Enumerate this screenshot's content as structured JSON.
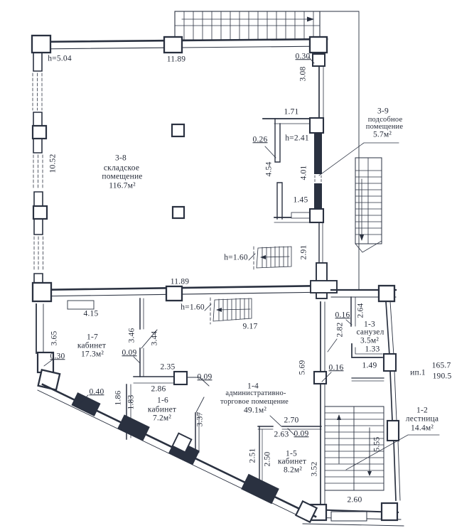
{
  "rooms": {
    "r38": {
      "id": "3-8",
      "line1": "складское",
      "line2": "помещение",
      "area": "116.7м²"
    },
    "r39": {
      "id": "3-9",
      "line1": "подсобное",
      "line2": "помещение",
      "area": "5.7м²"
    },
    "r17": {
      "id": "1-7",
      "line1": "кабинет",
      "area": "17.3м²"
    },
    "r16": {
      "id": "1-6",
      "line1": "кабинет",
      "area": "7.2м²"
    },
    "r14": {
      "id": "1-4",
      "line1": "административно-",
      "line2": "торговое помещение",
      "area": "49.1м²"
    },
    "r15": {
      "id": "1-5",
      "line1": "кабинет",
      "area": "8.2м²"
    },
    "r13": {
      "id": "1-3",
      "line1": "санузел",
      "area": "3.5м²"
    },
    "r12": {
      "id": "1-2",
      "line1": "лестница",
      "area": "14.4м²"
    }
  },
  "dims": {
    "h504": "h=5.04",
    "t1189": "11.89",
    "m1189": "11.89",
    "t030": "0.30",
    "l030": "0.30",
    "d308": "3.08",
    "d1052": "10.52",
    "d171": "1.71",
    "d026": "0.26",
    "h241": "h=2.41",
    "d454": "4.54",
    "d401": "4.01",
    "d145": "1.45",
    "d291": "2.91",
    "h160a": "h=1.60",
    "h160b": "h=1.60",
    "d917": "9.17",
    "d415": "4.15",
    "d365": "3.65",
    "d346": "3.46",
    "d344": "3.44",
    "d009a": "0.09",
    "d009b": "0.09",
    "d009c": "0.09",
    "d235": "2.35",
    "d286": "2.86",
    "d040": "0.40",
    "d186": "1.86",
    "d183": "1.83",
    "d337": "3.37",
    "d270": "2.70",
    "d263": "2.63",
    "d251": "2.51",
    "d250": "2.50",
    "d352": "3.52",
    "d569": "5.69",
    "d016a": "0.16",
    "d016b": "0.16",
    "d149": "1.49",
    "d282": "2.82",
    "d264": "2.64",
    "d133": "1.33",
    "d555": "5.55",
    "d260": "2.60"
  },
  "ref": {
    "label": "ип.1",
    "value1": "165.7",
    "value2": "190.5"
  }
}
